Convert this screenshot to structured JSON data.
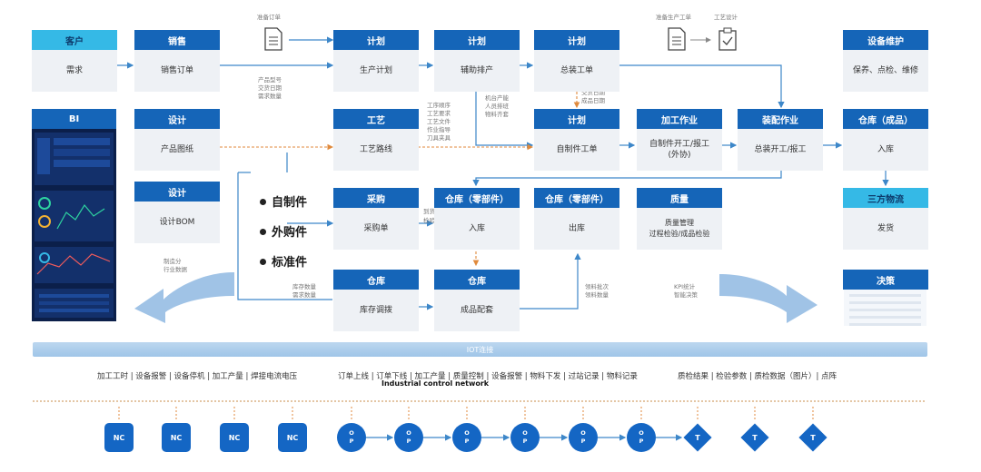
{
  "cards": {
    "customer": {
      "head": "客户",
      "body": "需求"
    },
    "sales": {
      "head": "销售",
      "body": "销售订单"
    },
    "plan_production": {
      "head": "计划",
      "body": "生产计划"
    },
    "plan_scheduling": {
      "head": "计划",
      "body": "辅助排产"
    },
    "plan_assembly": {
      "head": "计划",
      "body": "总装工单"
    },
    "maintenance": {
      "head": "设备维护",
      "body": "保养、点检、维修"
    },
    "design_product": {
      "head": "设计",
      "body": "产品图纸"
    },
    "process": {
      "head": "工艺",
      "body": "工艺路线"
    },
    "plan_parts": {
      "head": "计划",
      "body": "自制件工单"
    },
    "machining": {
      "head": "加工作业",
      "body": "自制件开工/报工\n(外协)"
    },
    "assembly_work": {
      "head": "装配作业",
      "body": "总装开工/报工"
    },
    "warehouse_finished": {
      "head": "仓库（成品）",
      "body": "入库"
    },
    "design_bom": {
      "head": "设计",
      "body": "设计BOM"
    },
    "purchase": {
      "head": "采购",
      "body": "采购单"
    },
    "wh_parts_in": {
      "head": "仓库（零部件）",
      "body": "入库"
    },
    "wh_parts_out": {
      "head": "仓库（零部件）",
      "body": "出库"
    },
    "quality": {
      "head": "质量",
      "body": "质量管理\n过程检验/成品检验"
    },
    "logistics": {
      "head": "三方物流",
      "body": "发货"
    },
    "wh_transfer": {
      "head": "仓库",
      "body": "库存调拨"
    },
    "wh_kitting": {
      "head": "仓库",
      "body": "成品配套"
    },
    "decision": {
      "head": "决策",
      "body": ""
    }
  },
  "bi_title": "BI",
  "parts_list": [
    "自制件",
    "外购件",
    "标准件"
  ],
  "notes": {
    "prep_order": "准备订单",
    "prep_work": "准备生产工单",
    "process_design": "工艺设计",
    "product_info": "产品型号\n交货日期\n需求数量",
    "machine_info": "机台产能\n人员排班\n物料齐套",
    "process_items": "工序顺序\n工艺要求\n工艺文件\n作业指导\n刀具夹具",
    "delivery_info": "交货日期\n成品日期",
    "inspection": "到货\n检验",
    "stock_info": "库存数量\n需求数量",
    "material_info": "领料批次\n领料数量",
    "kpi": "KPI统计\n智能决策",
    "bi_feedback": "制造分\n行业数据"
  },
  "iot_label": "IOT连接",
  "signals": {
    "group1": "加工工时 | 设备报警 | 设备停机 | 加工产量 | 焊接电流电压",
    "group2": "订单上线 | 订单下线 | 加工产量 | 质量控制 | 设备报警 | 物料下发 | 过站记录 | 物料记录",
    "group3": "质检结果 | 检验参数 | 质检数据（图片）| 点阵"
  },
  "network_label": "Industrial control network",
  "devices": {
    "nc": [
      "NC",
      "NC",
      "NC",
      "NC"
    ],
    "op_top": "O",
    "op_bottom": "P",
    "t": [
      "T",
      "T",
      "T"
    ]
  },
  "colors": {
    "header_blue": "#1565b8",
    "header_light": "#35b9e6",
    "body_gray": "#eef1f5",
    "arrow_blue": "#3d87c9",
    "arrow_orange": "#e08a3c"
  }
}
